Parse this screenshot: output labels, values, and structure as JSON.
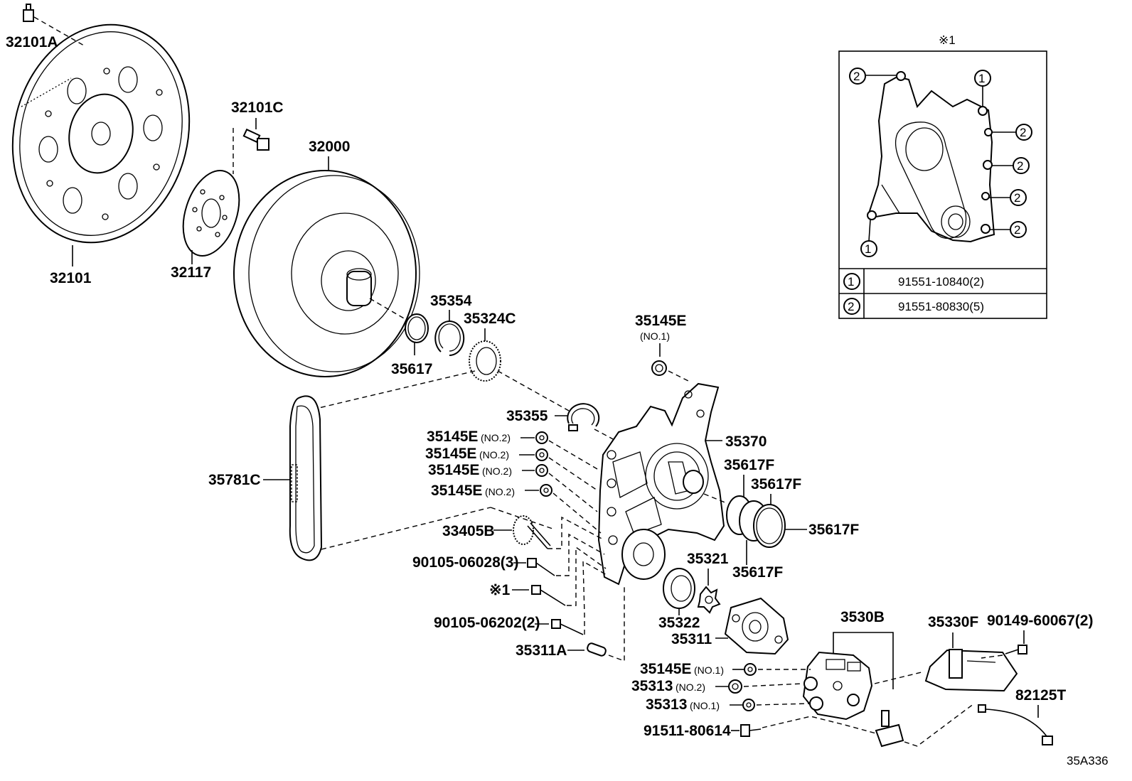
{
  "labels": {
    "p32101A": "32101A",
    "p32101": "32101",
    "p32101C": "32101C",
    "p32117": "32117",
    "p32000": "32000",
    "p35354": "35354",
    "p35324C": "35324C",
    "p35617": "35617",
    "p35145E_top": "35145E",
    "p35145E_top_note": "(NO.1)",
    "p35355": "35355",
    "p35370": "35370",
    "p35145E_a": "35145E",
    "p35145E_b": "35145E",
    "p35145E_c": "35145E",
    "p35145E_d": "35145E",
    "no2": "(NO.2)",
    "p35781C": "35781C",
    "p35617F_a": "35617F",
    "p35617F_b": "35617F",
    "p35617F_c": "35617F",
    "p35617F_d": "35617F",
    "p33405B": "33405B",
    "p90105_06028": "90105-06028(3)",
    "ref1_bolt": "※1",
    "p35321": "35321",
    "p35322": "35322",
    "p35311": "35311",
    "p90105_06202": "90105-06202(2)",
    "p35311A": "35311A",
    "p3530B": "3530B",
    "p35330F": "35330F",
    "p90149": "90149-60067(2)",
    "p35145E_low": "35145E",
    "no1": "(NO.1)",
    "p35313_a": "35313",
    "p35313_b": "35313",
    "p82125T": "82125T",
    "p91511": "91511-80614",
    "diagram_code": "35A336"
  },
  "inset": {
    "title": "※1",
    "callout_1": "1",
    "callout_2": "2",
    "rows": [
      {
        "ref": "1",
        "part": "91551-10840(2)"
      },
      {
        "ref": "2",
        "part": "91551-80830(5)"
      }
    ]
  }
}
